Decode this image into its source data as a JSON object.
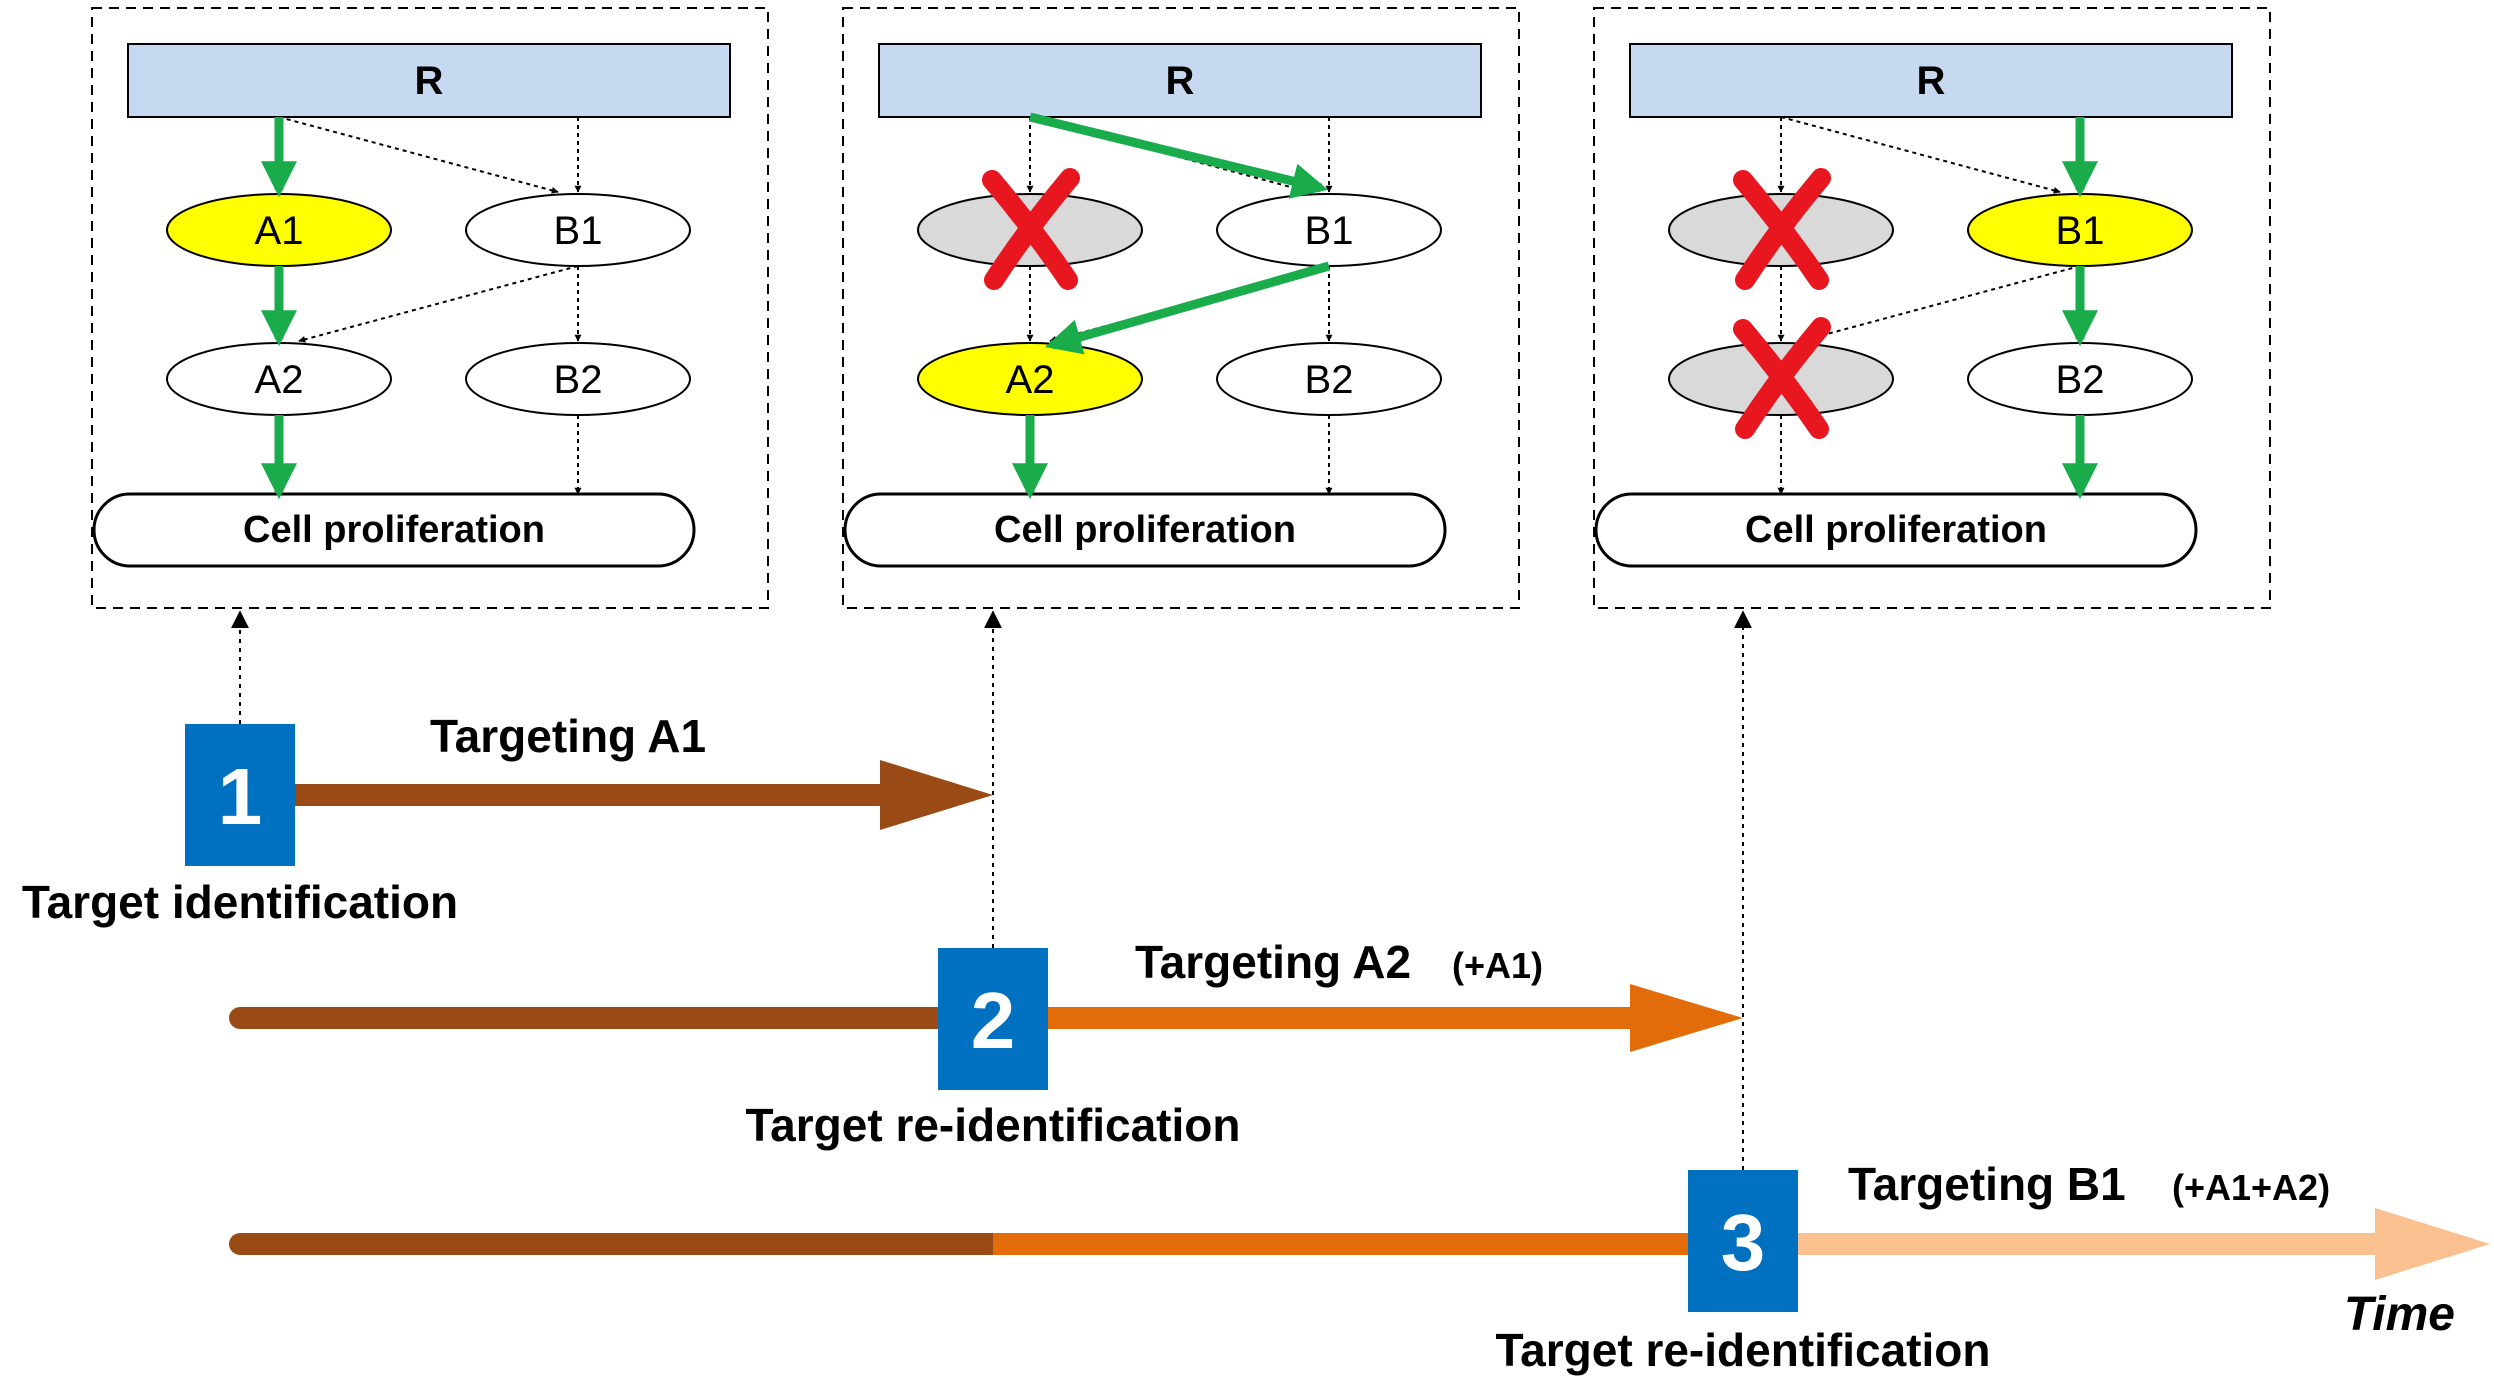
{
  "panels": [
    {
      "receptor": "R",
      "nodes": {
        "a1": "A1",
        "b1": "B1",
        "a2": "A2",
        "b2": "B2"
      },
      "outcome": "Cell proliferation",
      "highlighted": [
        "a1"
      ],
      "knocked_out": []
    },
    {
      "receptor": "R",
      "nodes": {
        "a1": "",
        "b1": "B1",
        "a2": "A2",
        "b2": "B2"
      },
      "outcome": "Cell proliferation",
      "highlighted": [
        "a2"
      ],
      "knocked_out": [
        "a1"
      ]
    },
    {
      "receptor": "R",
      "nodes": {
        "a1": "",
        "b1": "B1",
        "a2": "",
        "b2": "B2"
      },
      "outcome": "Cell proliferation",
      "highlighted": [
        "b1"
      ],
      "knocked_out": [
        "a1",
        "a2"
      ]
    }
  ],
  "steps": [
    {
      "number": "1",
      "caption": "Target identification",
      "targeting": "Targeting A1",
      "combo": ""
    },
    {
      "number": "2",
      "caption": "Target re-identification",
      "targeting": "Targeting A2",
      "combo": "(+A1)"
    },
    {
      "number": "3",
      "caption": "Target re-identification",
      "targeting": "Targeting B1",
      "combo": "(+A1+A2)"
    }
  ],
  "time_label": "Time",
  "colors": {
    "receptor_fill": "#c6d9f1",
    "highlight": "#ffff00",
    "knocked_out": "#d9d9d9",
    "active_arrow": "#1aab4b",
    "knockout_mark": "#e8171f",
    "step_badge": "#0070c0",
    "timeline_1": "#9a4a14",
    "timeline_2": "#e36c0a",
    "timeline_3": "#fac090"
  }
}
